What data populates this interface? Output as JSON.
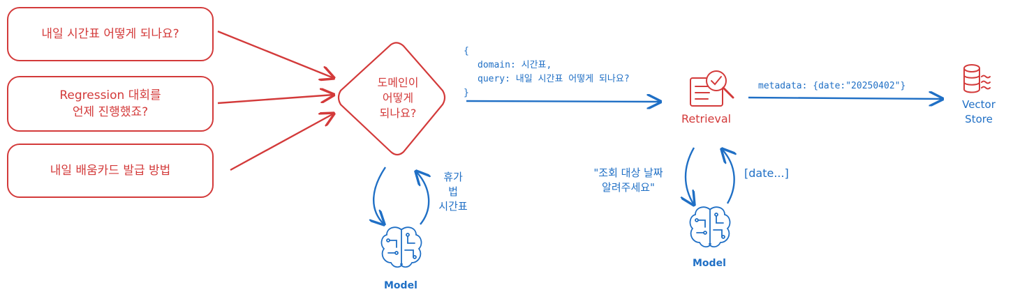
{
  "questions": [
    "내일 시간표 어떻게 되나요?",
    "Regression 대회를\n언제 진행했죠?",
    "내일 배움카드 발급 방법"
  ],
  "decision": {
    "label": "도메인이\n어떻게\n되나요?"
  },
  "payload": {
    "open": "{",
    "domain": "domain: 시간표,",
    "query": "query: 내일 시간표 어떻게 되나요?",
    "close": "}"
  },
  "left_model": {
    "label": "Model",
    "return_label": "휴가\n법\n시간표"
  },
  "retrieval": {
    "label": "Retrieval"
  },
  "metadata": {
    "label": "metadata: {date:\"20250402\"}"
  },
  "vector_store": {
    "label": "Vector\nStore"
  },
  "right_model": {
    "label": "Model",
    "ask_label": "\"조회 대상 날짜\n알려주세요\"",
    "return_label": "[date...]"
  },
  "colors": {
    "red": "#d33a3a",
    "blue": "#1f6fc5"
  },
  "icons": [
    "brain-circuit-icon",
    "document-search-icon",
    "database-icon"
  ]
}
